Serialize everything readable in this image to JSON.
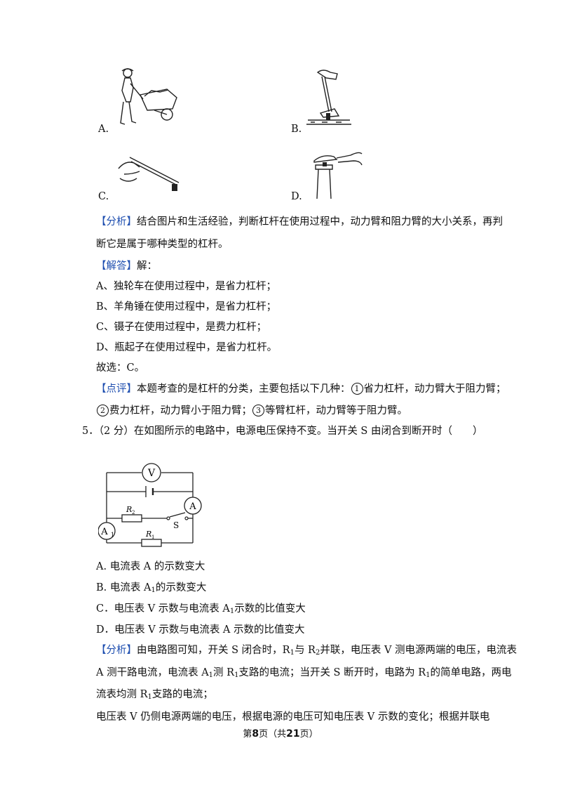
{
  "figures": {
    "a": {
      "label": "A."
    },
    "b": {
      "label": "B."
    },
    "c": {
      "label": "C."
    },
    "d": {
      "label": "D."
    }
  },
  "analysis1": {
    "tag": "【分析】",
    "line1": "结合图片和生活经验，判断杠杆在使用过程中，动力臂和阻力臂的大小关系，再判",
    "line2": "断它是属于哪种类型的杠杆。"
  },
  "answer": {
    "tag": "【解答】",
    "head": "解：",
    "items": [
      "A、独轮车在使用过程中，是省力杠杆；",
      "B、羊角锤在使用过程中，是省力杠杆；",
      "C、镊子在使用过程中，是费力杠杆；",
      "D、瓶起子在使用过程中，是省力杠杆。"
    ],
    "choice": "故选：C。"
  },
  "comment": {
    "tag": "【点评】",
    "line1_pre": "本题考查的是杠杆的分类，主要包括以下几种：",
    "n1": "1",
    "line1_post": "省力杠杆，动力臂大于阻力臂；",
    "n2": "2",
    "line2_a": "费力杠杆，动力臂小于阻力臂；",
    "n3": "3",
    "line2_b": "等臂杠杆，动力臂等于阻力臂。"
  },
  "q5": {
    "number": "5．",
    "score": "（2 分）",
    "stem": "在如图所示的电路中，电源电压保持不变。当开关 S 由闭合到断开时（　　）"
  },
  "circuit": {
    "voltmeter": "V",
    "ammeter": "A",
    "ammeter1": "A",
    "ammeter1_sub": "1",
    "r2": "R",
    "r2_sub": "2",
    "r1": "R",
    "r1_sub": "1",
    "switch": "S"
  },
  "options": {
    "a": {
      "pre": "A. 电流表 A 的示数变大"
    },
    "b": {
      "pre": "B. 电流表 A",
      "sub": "1",
      "post": "的示数变大"
    },
    "c": {
      "pre": "C．电压表 V 示数与电流表 A",
      "sub": "1",
      "post": "示数的比值变大"
    },
    "d": {
      "pre": "D．电压表 V 示数与电流表 A 示数的比值变大"
    }
  },
  "analysis2": {
    "tag": "【分析】",
    "l1_a": "由电路图可知，开关 S 闭合时，R",
    "l1_s1": "1",
    "l1_b": "与 R",
    "l1_s2": "2",
    "l1_c": "并联，电压表 V 测电源两端的电压，电流表",
    "l2_a": "A 测干路电流，电流表 A",
    "l2_s1": "1",
    "l2_b": "测 R",
    "l2_s2": "1",
    "l2_c": "支路的电流；当开关 S 断开时，电路为 R",
    "l2_s3": "1",
    "l2_d": "的简单电路，两电",
    "l3_a": "流表均测 R",
    "l3_s1": "1",
    "l3_b": "支路的电流；",
    "l4": "电压表 V 仍侧电源两端的电压，根据电源的电压可知电压表 V 示数的变化；根据并联电"
  },
  "footer": {
    "pre": "第",
    "page": "8",
    "mid": "页（共",
    "total": "21",
    "post": "页）"
  }
}
